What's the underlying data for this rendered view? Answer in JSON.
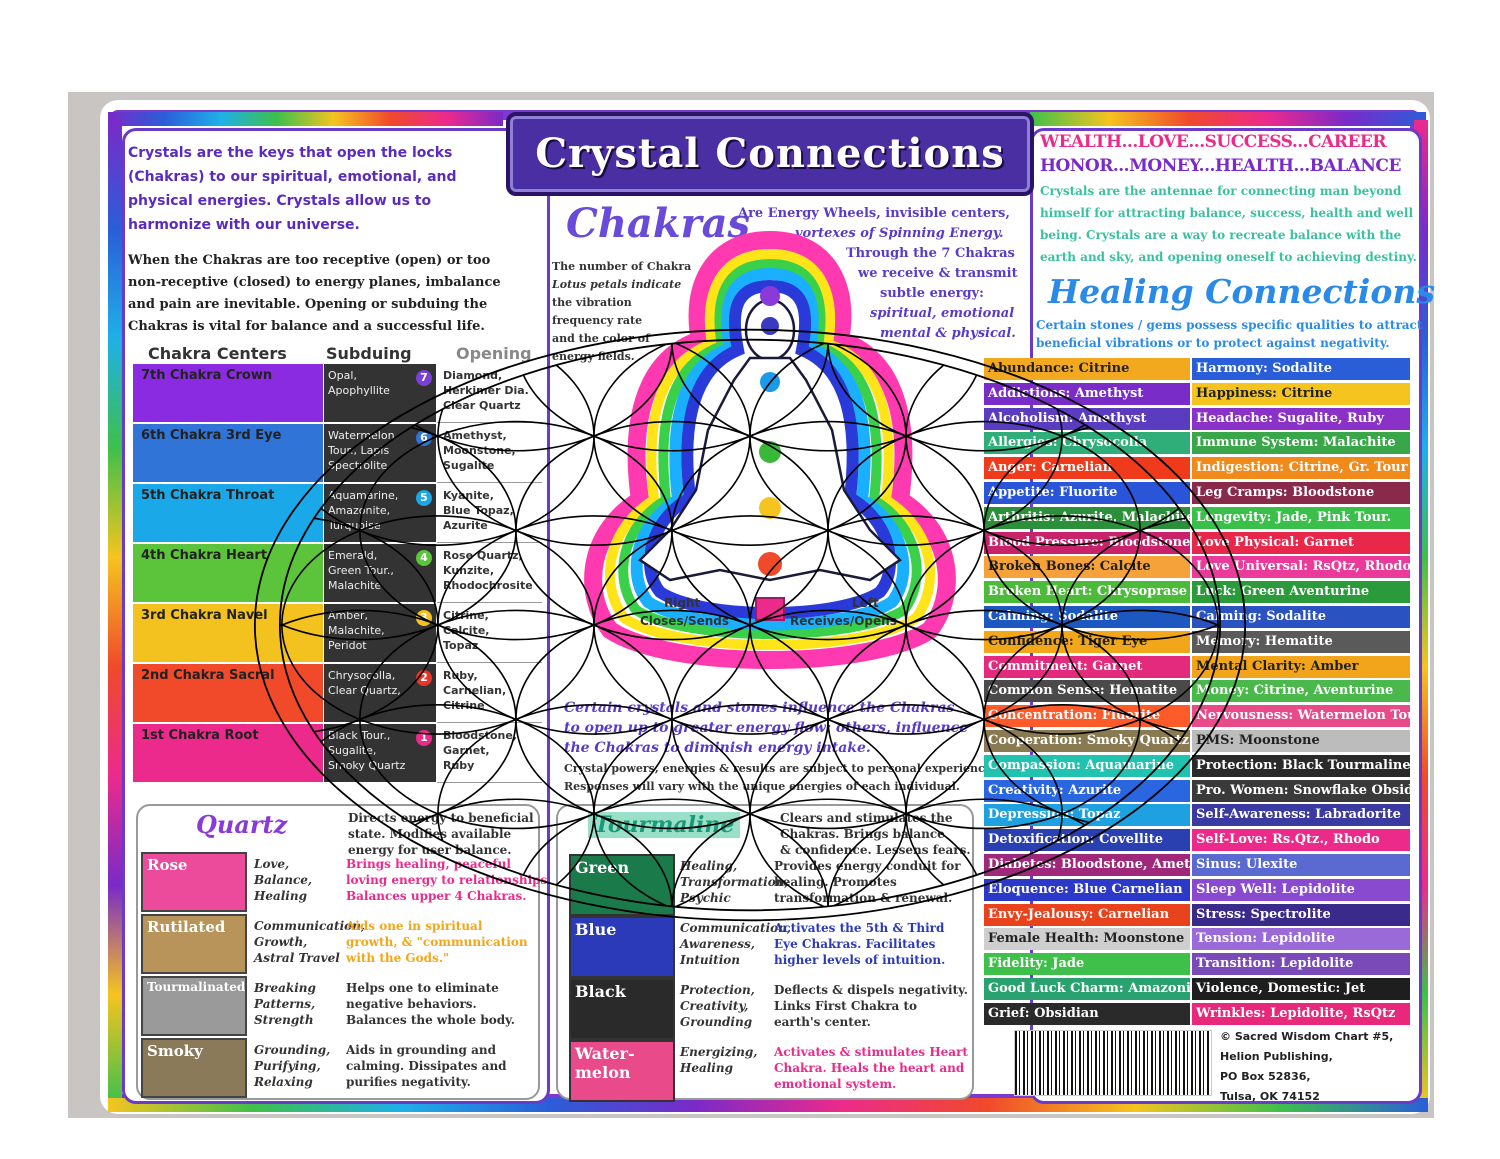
{
  "title": "Crystal Connections",
  "intro": {
    "line1": "Crystals are the keys that open the locks",
    "line2": "(Chakras) to our spiritual, emotional, and",
    "line3": "physical energies. Crystals allow us to",
    "line4": "harmonize with our universe.",
    "body1": "When the Chakras are too receptive (open) or too",
    "body2": "non-receptive (closed) to energy planes, imbalance",
    "body3": "and pain are inevitable. Opening or subduing the",
    "body4": "Chakras is vital for balance and a successful life."
  },
  "table_headers": {
    "centers": "Chakra Centers",
    "subduing": "Subduing",
    "opening": "Opening"
  },
  "chakras": [
    {
      "name": "7th Chakra  Crown",
      "color": "#8a2be2",
      "sub": "Opal,\nApophyllite",
      "num": "7",
      "numcolor": "#7a3fd6",
      "open": "Diamond,\nHerkimer Dia.\nClear Quartz"
    },
    {
      "name": "6th Chakra  3rd Eye",
      "color": "#2f74d6",
      "sub": "Watermelon\nTour., Lapis\nSpectrolite",
      "num": "6",
      "numcolor": "#2f74d6",
      "open": "Amethyst,\nMoonstone,\nSugalite"
    },
    {
      "name": "5th Chakra  Throat",
      "color": "#1aa8e8",
      "sub": "Aquamarine,\nAmazonite,\nTurquoise",
      "num": "5",
      "numcolor": "#1aa8e8",
      "open": "Kyanite,\nBlue Topaz,\nAzurite"
    },
    {
      "name": "4th Chakra  Heart",
      "color": "#5cc43a",
      "sub": "Emerald,\nGreen Tour.,\nMalachite",
      "num": "4",
      "numcolor": "#5cc43a",
      "open": "Rose Quartz,\nKunzite,\nRhodochrosite"
    },
    {
      "name": "3rd Chakra  Navel",
      "color": "#f4c21e",
      "sub": "Amber,\nMalachite,\nPeridot",
      "num": "3",
      "numcolor": "#f4c21e",
      "open": "Citrine,\nCalcite,\nTopaz"
    },
    {
      "name": "2nd Chakra  Sacral",
      "color": "#f04a2a",
      "sub": "Chrysocolla,\nClear Quartz,",
      "num": "2",
      "numcolor": "#e8352a",
      "open": "Ruby,\nCarnelian,\nCitrine"
    },
    {
      "name": "1st Chakra  Root",
      "color": "#ec2a8c",
      "sub": "Black Tour.,\nSugalite,\nSmoky Quartz",
      "num": "1",
      "numcolor": "#ec2a8c",
      "open": "Bloodstone,\nGarnet,\nRuby"
    }
  ],
  "chakras_section": {
    "heading": "Chakras",
    "lead": "Are Energy Wheels, invisible centers,",
    "lead2": "vortexes of Spinning Energy.",
    "lead3": "Through the 7 Chakras",
    "lead4": "we receive & transmit",
    "lead5": "subtle energy:",
    "lead6": "spiritual, emotional",
    "lead7": "mental & physical.",
    "left1": "The number of Chakra",
    "left2": "Lotus petals indicate",
    "left3": "the vibration",
    "left4": "frequency rate",
    "left5": "and the color of",
    "left6": "energy fields.",
    "right_label": "Right",
    "right_sub": "Closes/Sends",
    "left_label": "Left",
    "left_sub": "Receives/Opens",
    "influence1": "Certain crystals and stones influence the Chakras",
    "influence2": "to open up to greater energy flow; others, influence",
    "influence3": "the Chakras to diminish energy intake.",
    "note1": "Crystal powers, energies & results are subject to personal experience.",
    "note2": "Responses will vary with the unique energies of each individual."
  },
  "wealth": {
    "line1": "WEALTH...LOVE...SUCCESS...CAREER",
    "line2": "HONOR...MONEY...HEALTH...BALANCE",
    "p1": "Crystals are the antennae for connecting man beyond",
    "p2": "himself for attracting balance, success, health and well",
    "p3": "being. Crystals are a way to recreate balance with the",
    "p4": "earth and sky, and opening oneself to achieving destiny."
  },
  "healing": {
    "heading": "Healing Connections",
    "sub1": "Certain stones / gems possess specific qualities to attract",
    "sub2": "beneficial vibrations or to protect against negativity.",
    "left": [
      {
        "text": "Abundance: Citrine",
        "color": "#f2a81f"
      },
      {
        "text": "Addictions: Amethyst",
        "color": "#7a2cc8"
      },
      {
        "text": "Alcoholism: Amethyst",
        "color": "#5a3cc0"
      },
      {
        "text": "Allergies: Chrysocolla",
        "color": "#2fae7a"
      },
      {
        "text": "Anger: Carnelian",
        "color": "#ef3b1c"
      },
      {
        "text": "Appetite: Fluorite",
        "color": "#2a55d8"
      },
      {
        "text": "Arthritis: Azurite, Malachite",
        "color": "#2c8f3a"
      },
      {
        "text": "Blood Pressure: Bloodstone",
        "color": "#c8236a"
      },
      {
        "text": "Broken Bones: Calcite",
        "color": "#f6a23a"
      },
      {
        "text": "Broken Heart: Chrysoprase",
        "color": "#4cbb3a"
      },
      {
        "text": "Calming: Sodalite",
        "color": "#1c58c0"
      },
      {
        "text": "Confidence: Tiger Eye",
        "color": "#f2a619"
      },
      {
        "text": "Commitment: Garnet",
        "color": "#e42a7c"
      },
      {
        "text": "Common Sense: Hematite",
        "color": "#4a4a4a"
      },
      {
        "text": "Concentration: Fluorite",
        "color": "#ff5a2a"
      },
      {
        "text": "Cooperation: Smoky Quartz",
        "color": "#8a7a52"
      },
      {
        "text": "Compassion: Aquamarine",
        "color": "#22c2b0"
      },
      {
        "text": "Creativity: Azurite",
        "color": "#2a66e0"
      },
      {
        "text": "Depression: Topaz",
        "color": "#1fa0e0"
      },
      {
        "text": "Detoxification: Covellite",
        "color": "#2a3fb0"
      },
      {
        "text": "Diabetes: Bloodstone, Amethy.",
        "color": "#a0287a"
      },
      {
        "text": "Eloquence: Blue Carnelian",
        "color": "#2c39c8"
      },
      {
        "text": "Envy-Jealousy: Carnelian",
        "color": "#e8431c"
      },
      {
        "text": "Female Health: Moonstone",
        "color": "#cfcfcf"
      },
      {
        "text": "Fidelity: Jade",
        "color": "#3ec04a"
      },
      {
        "text": "Good Luck Charm: Amazonite",
        "color": "#2aa270"
      },
      {
        "text": "Grief: Obsidian",
        "color": "#2a2a2a"
      }
    ],
    "right": [
      {
        "text": "Harmony: Sodalite",
        "color": "#2a5ed8"
      },
      {
        "text": "Happiness: Citrine",
        "color": "#f5c41f"
      },
      {
        "text": "Headache: Sugalite, Ruby",
        "color": "#8a32c8"
      },
      {
        "text": "Immune System: Malachite",
        "color": "#3aa64a"
      },
      {
        "text": "Indigestion: Citrine, Gr. Tour",
        "color": "#f08a1a"
      },
      {
        "text": "Leg Cramps: Bloodstone",
        "color": "#8a2a4a"
      },
      {
        "text": "Longevity: Jade, Pink Tour.",
        "color": "#3ac04a"
      },
      {
        "text": "Love Physical: Garnet",
        "color": "#e8284a"
      },
      {
        "text": "Love Universal: RsQtz, Rhodo",
        "color": "#ec3a9a"
      },
      {
        "text": "Luck: Green Aventurine",
        "color": "#2a9a3a"
      },
      {
        "text": "Calming: Sodalite",
        "color": "#2a52c0"
      },
      {
        "text": "Memory: Hematite",
        "color": "#5a5a5a"
      },
      {
        "text": "Mental Clarity: Amber",
        "color": "#f2a41a"
      },
      {
        "text": "Money: Citrine, Aventurine",
        "color": "#4ab84a"
      },
      {
        "text": "Nervousness: Watermelon Tour.",
        "color": "#e84a8a"
      },
      {
        "text": "PMS: Moonstone",
        "color": "#bcbcbc"
      },
      {
        "text": "Protection: Black Tourmaline",
        "color": "#2a2a2a"
      },
      {
        "text": "Pro. Women: Snowflake Obsid.",
        "color": "#3a3a3a"
      },
      {
        "text": "Self-Awareness: Labradorite",
        "color": "#3a3aa0"
      },
      {
        "text": "Self-Love: Rs.Qtz., Rhodo",
        "color": "#ec2a8a"
      },
      {
        "text": "Sinus: Ulexite",
        "color": "#5a6ad0"
      },
      {
        "text": "Sleep Well: Lepidolite",
        "color": "#8a4ad0"
      },
      {
        "text": "Stress: Spectrolite",
        "color": "#3a2a8a"
      },
      {
        "text": "Tension: Lepidolite",
        "color": "#9a6ad8"
      },
      {
        "text": "Transition: Lepidolite",
        "color": "#7a4ab8"
      },
      {
        "text": "Violence, Domestic: Jet",
        "color": "#1e1e1e"
      },
      {
        "text": "Wrinkles: Lepidolite, RsQtz",
        "color": "#e8287a"
      }
    ]
  },
  "quartz": {
    "heading": "Quartz",
    "intro1": "Directs energy to beneficial",
    "intro2": "state. Modifies available",
    "intro3": "energy for user balance.",
    "tiles": [
      {
        "label": "Rose",
        "color": "#ec4a9a",
        "desc": "Love,\nBalance,\nHealing",
        "effect": "Brings healing, peaceful\nloving energy to relationships.\nBalances upper 4 Chakras."
      },
      {
        "label": "Rutilated",
        "color": "#b8935a",
        "desc": "Communication,\nGrowth,\nAstral Travel",
        "effect": "Aids one in spiritual\ngrowth, & \"communication\nwith the Gods.\""
      },
      {
        "label": "Tourmalinated",
        "color": "#9a9a9a",
        "desc": "Breaking\nPatterns,\nStrength",
        "effect": "Helps one to eliminate\nnegative behaviors.\nBalances the whole body."
      },
      {
        "label": "Smoky",
        "color": "#8a7a5a",
        "desc": "Grounding,\nPurifying,\nRelaxing",
        "effect": "Aids in grounding and\ncalming. Dissipates and\npurifies negativity."
      }
    ]
  },
  "tourmaline": {
    "heading": "Tourmaline",
    "intro1": "Clears and stimulates the",
    "intro2": "Chakras. Brings balance",
    "intro3": "& confidence. Lessens fears.",
    "tiles": [
      {
        "label": "Green",
        "color": "#1a7a4a",
        "desc": "Healing,\nTransformation,\nPsychic",
        "effect": "Provides energy conduit for\nhealing. Promotes\ntransformation & renewal."
      },
      {
        "label": "Blue",
        "color": "#2a3ab8",
        "desc": "Communication,\nAwareness,\nIntuition",
        "effect": "Activates the 5th & Third\nEye Chakras. Facilitates\nhigher levels of intuition."
      },
      {
        "label": "Black",
        "color": "#2a2a2a",
        "desc": "Protection,\nCreativity,\nGrounding",
        "effect": "Deflects & dispels negativity.\nLinks First Chakra to\nearth's center."
      },
      {
        "label": "Water-\nmelon",
        "color": "#e84a8a",
        "desc": "Energizing,\nHealing",
        "effect": "Activates & stimulates Heart\nChakra. Heals the heart and\nemotional system."
      }
    ]
  },
  "footer": {
    "l1": "© Sacred Wisdom Chart #5,",
    "l2": "Helion Publishing,",
    "l3": "PO Box 52836,",
    "l4": "Tulsa, OK 74152"
  }
}
